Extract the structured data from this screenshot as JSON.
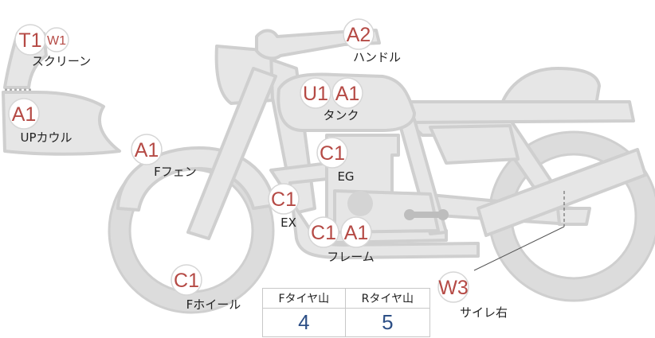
{
  "parts": {
    "screen": {
      "codes": [
        "T1",
        "W1"
      ],
      "label": "スクリーン"
    },
    "up_cowl": {
      "codes": [
        "A1"
      ],
      "label": "UPカウル"
    },
    "handle": {
      "codes": [
        "A2"
      ],
      "label": "ハンドル"
    },
    "tank": {
      "codes": [
        "U1",
        "A1"
      ],
      "label": "タンク"
    },
    "front_fender": {
      "codes": [
        "A1"
      ],
      "label": "Fフェン"
    },
    "engine": {
      "codes": [
        "C1"
      ],
      "label": "EG"
    },
    "exhaust": {
      "codes": [
        "C1"
      ],
      "label": "EX"
    },
    "frame": {
      "codes": [
        "C1",
        "A1"
      ],
      "label": "フレーム"
    },
    "front_wheel": {
      "codes": [
        "C1"
      ],
      "label": "Fホイール"
    },
    "muffler_right": {
      "codes": [
        "W3"
      ],
      "label": "サイレ右"
    }
  },
  "tread_table": {
    "front_header": "Fタイヤ山",
    "rear_header": "Rタイヤ山",
    "front_value": "4",
    "rear_value": "5"
  },
  "colors": {
    "code_red": "#b54a45",
    "value_blue": "#2d4f86",
    "part_gray": "#e6e6e6"
  }
}
